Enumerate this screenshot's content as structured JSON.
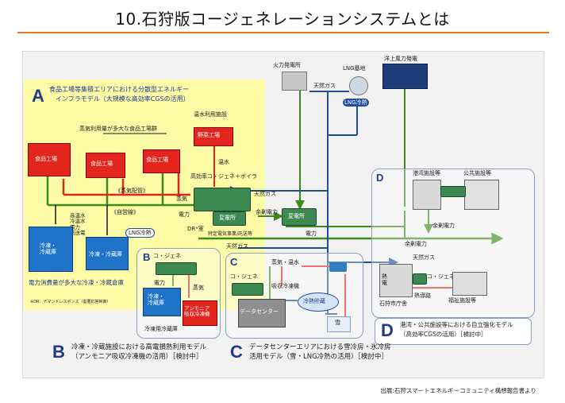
{
  "title": "10.石狩版コージェネレーションシステムとは",
  "zone_a": {
    "letter": "A",
    "line1": "食品工場等集積エリアにおける分散型エネルギー",
    "line2": "インフラモデル（大規模な高効率CGSの活用）",
    "steam_label": "蒸気利用量が多大な食品工場群",
    "factory1": "食品工場",
    "factory2": "食品工場",
    "factory3": "食品工場",
    "steam_pipe": "《蒸気配管》",
    "private_line": "《自営線》",
    "cold_label": "高温水\n冷温水\n電力\n流送電",
    "cold1": "冷凍・\n冷蔵庫",
    "cold2": "冷凍・冷蔵庫",
    "power_note": "電力消費量が多大な冷凍・冷蔵倉庫",
    "dr_note": "※DR：デマンドレスポンス（需要応答制御）"
  },
  "hotwater": {
    "title": "温水利用施設",
    "farm": "野菜工場",
    "warm": "温水"
  },
  "cgs": {
    "label": "高効率コ・ジェネ＋ボイラ",
    "steam": "蒸気",
    "power": "電力",
    "substation": "変電所",
    "dr": "DR*室",
    "special_grid": "特定電気事業/託送等"
  },
  "lng_tag": "LNG冷熱",
  "thermal_plant": "火力発電所",
  "natural_gas_top": "天然ガス",
  "lng_base": "LNG基地",
  "lng_cold": "LNG冷熱",
  "offshore_wind": "洋上風力発電",
  "natural_gas_mid": "天然ガス",
  "surplus_power1": "余剰電力",
  "substation_main": "変電所",
  "power_main": "電力",
  "natural_gas_b": "天然ガス",
  "zone_b": {
    "letter": "B",
    "cogen": "コ・ジェネ",
    "power": "電力",
    "steam": "蒸気",
    "cold": "冷凍・\n冷蔵庫",
    "ammonia": "アンモニア\n吸収冷凍機",
    "facility": "冷凍用冷蔵庫",
    "legend1": "冷凍・冷蔵施設における高電損熱利用モデル",
    "legend2": "（アンモニア吸収冷凍機の活用）［検討中］"
  },
  "zone_c": {
    "letter": "C",
    "steam_warm": "蒸気・温水",
    "cogen": "コ・ジェネ",
    "absorb": "吸収冷凍機",
    "datacenter": "データセンター",
    "ice_storage": "冷熱貯蔵",
    "snow": "雪",
    "legend1": "データセンターエリアにおける雪冷房・氷冷房",
    "legend2": "活用モデル（雪・LNG冷熱の活用）［検討中］"
  },
  "zone_d": {
    "letter": "D",
    "port": "港湾施設等",
    "public": "公共施設等",
    "surplus": "余剰電力",
    "surplus2": "余剰電力",
    "natural_gas": "天然ガス",
    "cogen": "コ・ジェネ",
    "power_heat": "熱\n電",
    "pipe": "熱導路",
    "welfare": "福祉施設等",
    "city_hall": "石狩市庁舎",
    "legend1": "港湾・公共施設等における自立強化モデル",
    "legend2": "（高効率CGSの活用）［検討中］"
  },
  "source": "出展:石狩スマートエネルギーコミュニティ構想報告書より",
  "colors": {
    "power_line": "#3c8a1e",
    "gas_line": "#1f4e9c",
    "steam_line": "#e3251e",
    "zone_a_bg": "#fffca8",
    "accent": "#e8761e"
  }
}
